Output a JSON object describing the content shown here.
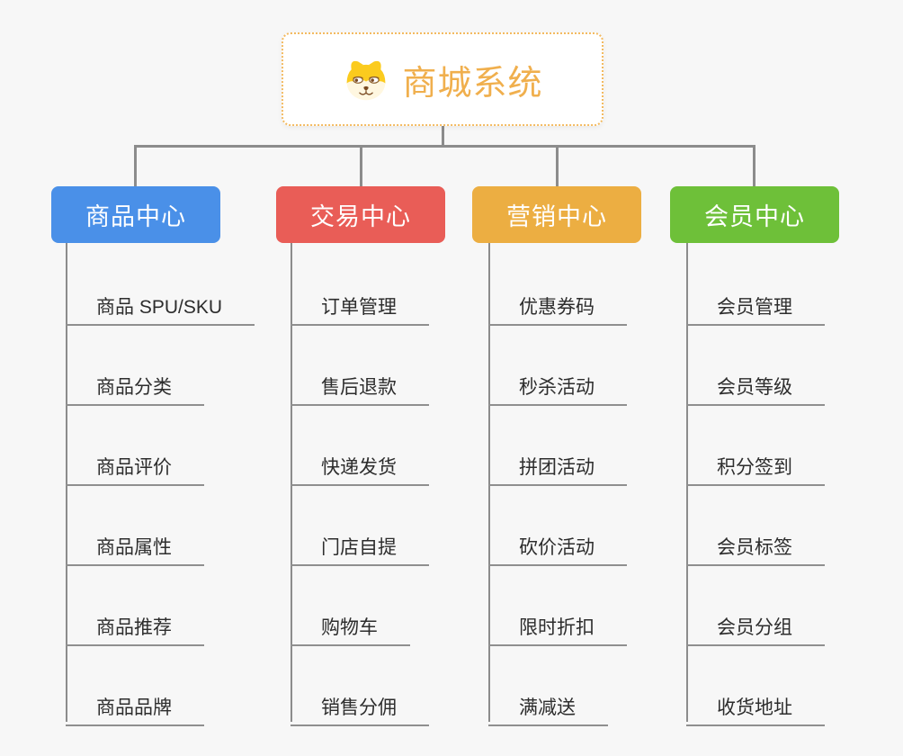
{
  "root": {
    "title": "商城系统",
    "icon": "dog-face-icon"
  },
  "branches": [
    {
      "label": "商品中心",
      "color": "#4A90E8",
      "items": [
        "商品 SPU/SKU",
        "商品分类",
        "商品评价",
        "商品属性",
        "商品推荐",
        "商品品牌"
      ]
    },
    {
      "label": "交易中心",
      "color": "#E95D57",
      "items": [
        "订单管理",
        "售后退款",
        "快递发货",
        "门店自提",
        "购物车",
        "销售分佣"
      ]
    },
    {
      "label": "营销中心",
      "color": "#ECAE42",
      "items": [
        "优惠券码",
        "秒杀活动",
        "拼团活动",
        "砍价活动",
        "限时折扣",
        "满减送"
      ]
    },
    {
      "label": "会员中心",
      "color": "#6EC039",
      "items": [
        "会员管理",
        "会员等级",
        "积分签到",
        "会员标签",
        "会员分组",
        "收货地址"
      ]
    }
  ],
  "colors": {
    "background": "#F7F7F7",
    "connector_line": "#8C8C8C",
    "leaf_underline": "#8F8F8F",
    "leaf_text": "#2D2D2D",
    "root_border": "#F3BA60",
    "root_title_text": "#F0AF4D",
    "branch_text": "#FFFFFF"
  }
}
